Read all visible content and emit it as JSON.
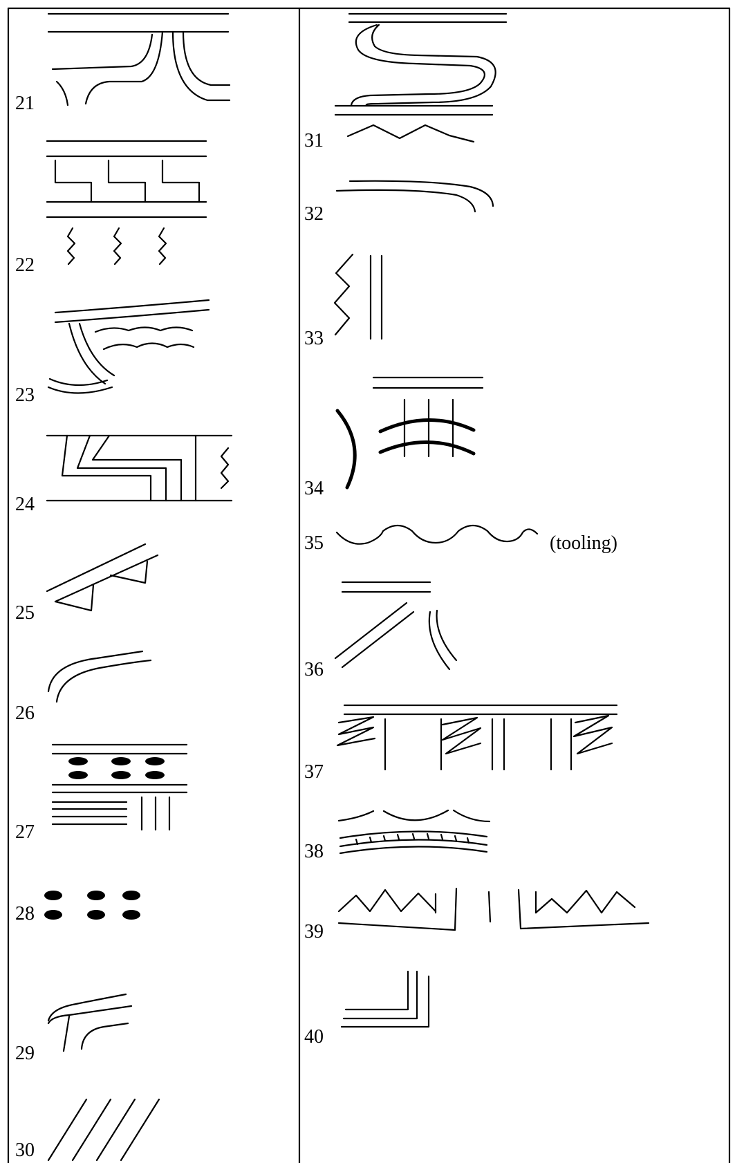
{
  "left_column": {
    "labels": [
      "21",
      "22",
      "23",
      "24",
      "25",
      "26",
      "27",
      "28",
      "29",
      "30"
    ]
  },
  "right_column": {
    "labels": [
      "31",
      "32",
      "33",
      "34",
      "35",
      "36",
      "37",
      "38",
      "39",
      "40"
    ],
    "annotation_35": "(tooling)"
  },
  "colors": {
    "ink": "#000000",
    "background": "#ffffff"
  }
}
